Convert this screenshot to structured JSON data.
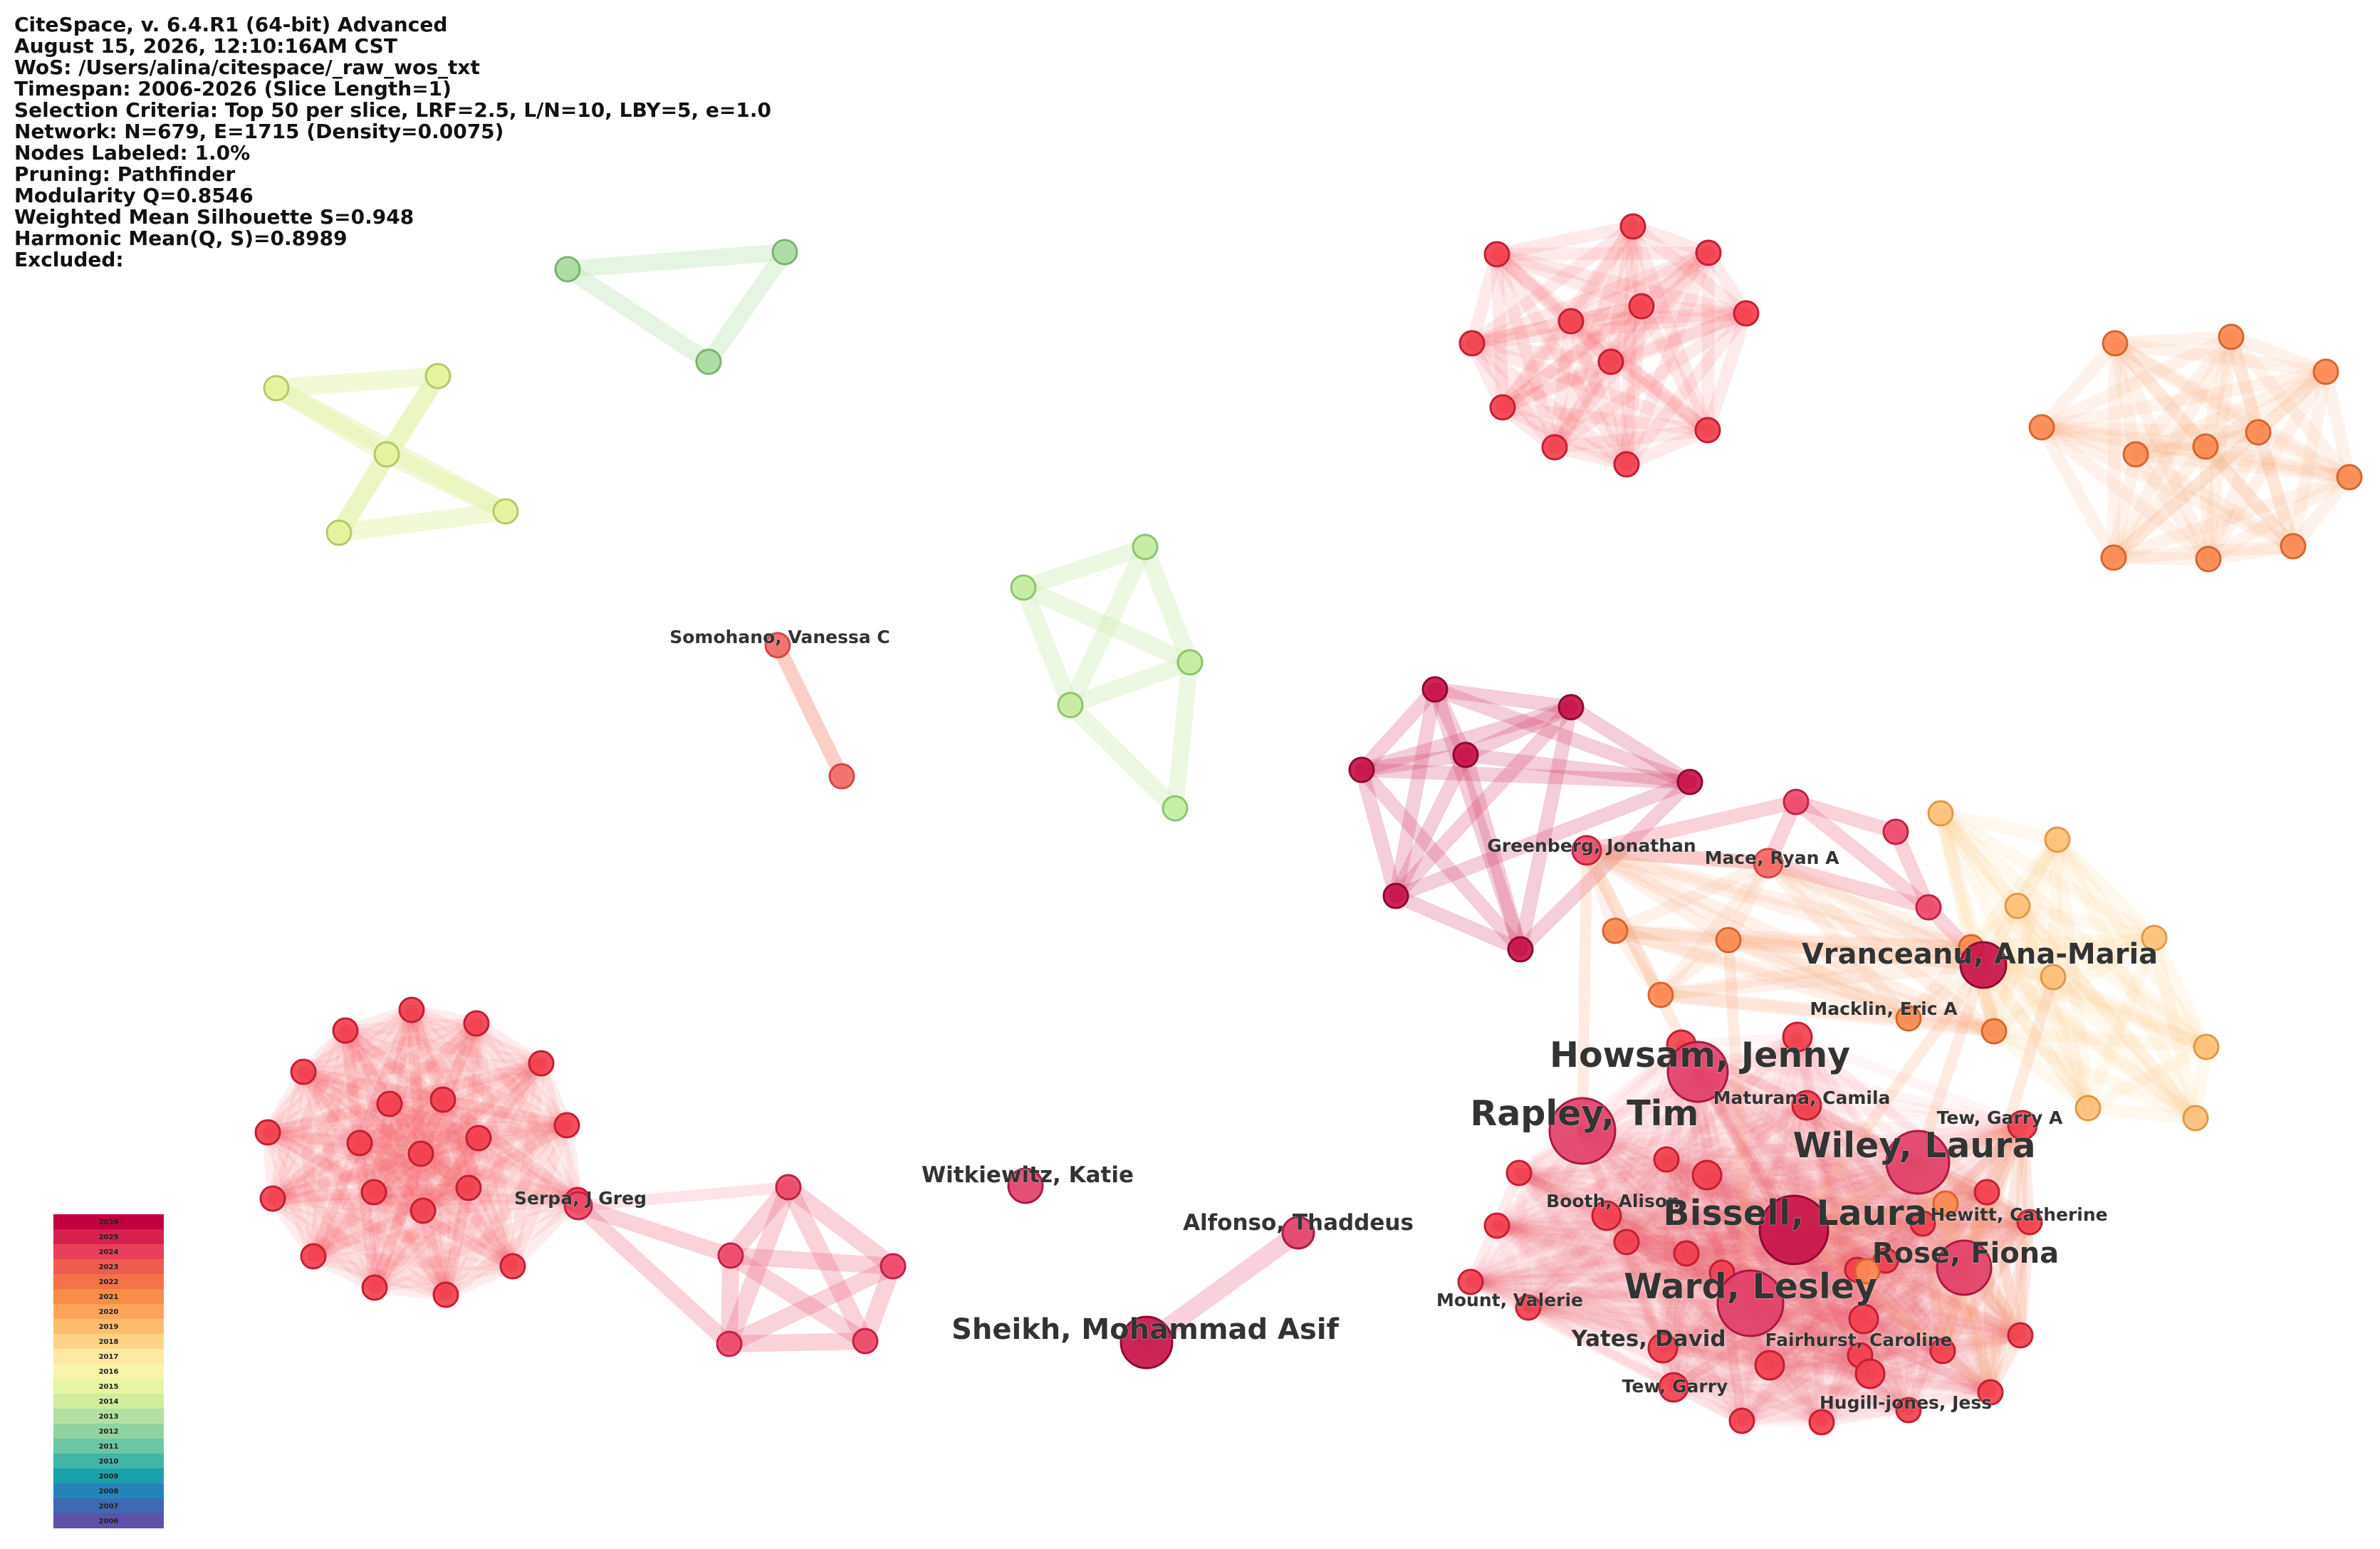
{
  "info": {
    "lines": [
      "CiteSpace, v. 6.4.R1 (64-bit) Advanced",
      "August 15, 2026, 12:10:16AM CST",
      "WoS: /Users/alina/citespace/_raw_wos_txt",
      "Timespan: 2006-2026 (Slice Length=1)",
      "Selection Criteria: Top 50 per slice, LRF=2.5, L/N=10, LBY=5, e=1.0",
      "Network: N=679, E=1715 (Density=0.0075)",
      "Nodes Labeled: 1.0%",
      "Pruning: Pathfinder",
      "Modularity Q=0.8546",
      "Weighted Mean Silhouette S=0.948",
      "Harmonic Mean(Q, S)=0.8989",
      "Excluded:"
    ]
  },
  "legend": {
    "years": [
      "2026",
      "2025",
      "2024",
      "2023",
      "2022",
      "2021",
      "2020",
      "2019",
      "2018",
      "2017",
      "2016",
      "2015",
      "2014",
      "2013",
      "2012",
      "2011",
      "2010",
      "2009",
      "2008",
      "2007",
      "2006"
    ],
    "colors": [
      "#c2003f",
      "#d5214f",
      "#e7405a",
      "#ef5b4f",
      "#f47346",
      "#f88d48",
      "#fba55a",
      "#fcbd6d",
      "#fdd487",
      "#fde8a4",
      "#f8f3ab",
      "#e6f5a1",
      "#d0ec9c",
      "#b3e09f",
      "#8fd3a1",
      "#6cc5a4",
      "#40b5a5",
      "#1aa1a9",
      "#2584b8",
      "#3f69b2",
      "#5e51a8"
    ]
  },
  "labels": [
    {
      "text": "Somohano, Vanessa C",
      "size": "small"
    },
    {
      "text": "Greenberg, Jonathan",
      "size": "small"
    },
    {
      "text": "Mace, Ryan A",
      "size": "small"
    },
    {
      "text": "Vranceanu, Ana-Maria",
      "size": "medium"
    },
    {
      "text": "Macklin, Eric A",
      "size": "small"
    },
    {
      "text": "Howsam, Jenny",
      "size": "large"
    },
    {
      "text": "Maturana, Camila",
      "size": "small"
    },
    {
      "text": "Rapley, Tim",
      "size": "large"
    },
    {
      "text": "Tew, Garry A",
      "size": "small"
    },
    {
      "text": "Wiley, Laura",
      "size": "large"
    },
    {
      "text": "Witkiewitz, Katie",
      "size": "small2"
    },
    {
      "text": "Serpa, J Greg",
      "size": "small"
    },
    {
      "text": "Booth, Alison",
      "size": "small"
    },
    {
      "text": "Bissell, Laura",
      "size": "large"
    },
    {
      "text": "Hewitt, Catherine",
      "size": "small"
    },
    {
      "text": "Alfonso, Thaddeus",
      "size": "small2"
    },
    {
      "text": "Rose, Fiona",
      "size": "medium"
    },
    {
      "text": "Mount, Valerie",
      "size": "small"
    },
    {
      "text": "Ward, Lesley",
      "size": "large"
    },
    {
      "text": "Sheikh, Mohammad Asif",
      "size": "medium"
    },
    {
      "text": "Yates, David",
      "size": "small2"
    },
    {
      "text": "Fairhurst, Caroline",
      "size": "small"
    },
    {
      "text": "Tew, Garry",
      "size": "small"
    },
    {
      "text": "Hugill-jones, Jess",
      "size": "small"
    }
  ]
}
